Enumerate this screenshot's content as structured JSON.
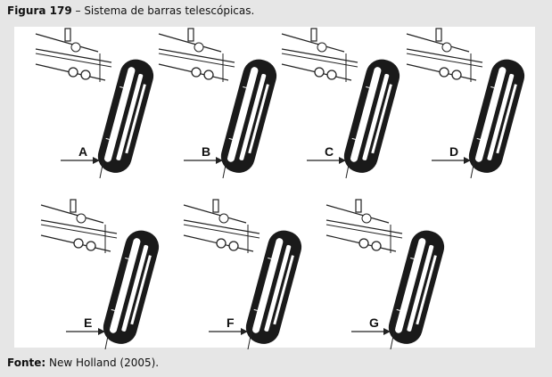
{
  "caption": {
    "label": "Figura 179",
    "text": " – Sistema de barras telescópicas."
  },
  "figures": [
    {
      "letter": "A"
    },
    {
      "letter": "B"
    },
    {
      "letter": "C"
    },
    {
      "letter": "D"
    },
    {
      "letter": "E"
    },
    {
      "letter": "F"
    },
    {
      "letter": "G"
    }
  ],
  "source": {
    "label": "Fonte:",
    "text": " New Holland (2005)."
  }
}
